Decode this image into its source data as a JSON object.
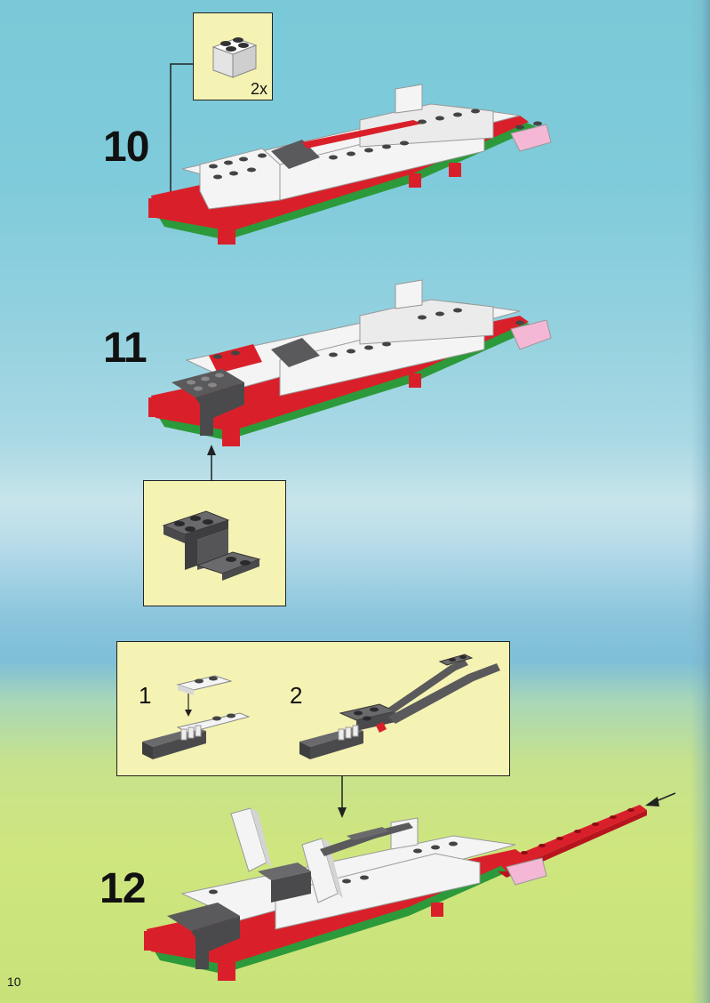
{
  "page": {
    "number": "10"
  },
  "steps": [
    {
      "number": "10",
      "callout": {
        "quantity": "2x"
      }
    },
    {
      "number": "11"
    },
    {
      "number": "12",
      "callout": {
        "sub_steps": [
          "1",
          "2"
        ]
      }
    }
  ],
  "colors": {
    "lego_white": "#f4f4f4",
    "lego_red": "#d9202a",
    "lego_green": "#2c9a3a",
    "lego_dark_gray": "#5a5a5c",
    "lego_pink": "#f4b8d6",
    "callout_bg": "#f5f3b4"
  }
}
